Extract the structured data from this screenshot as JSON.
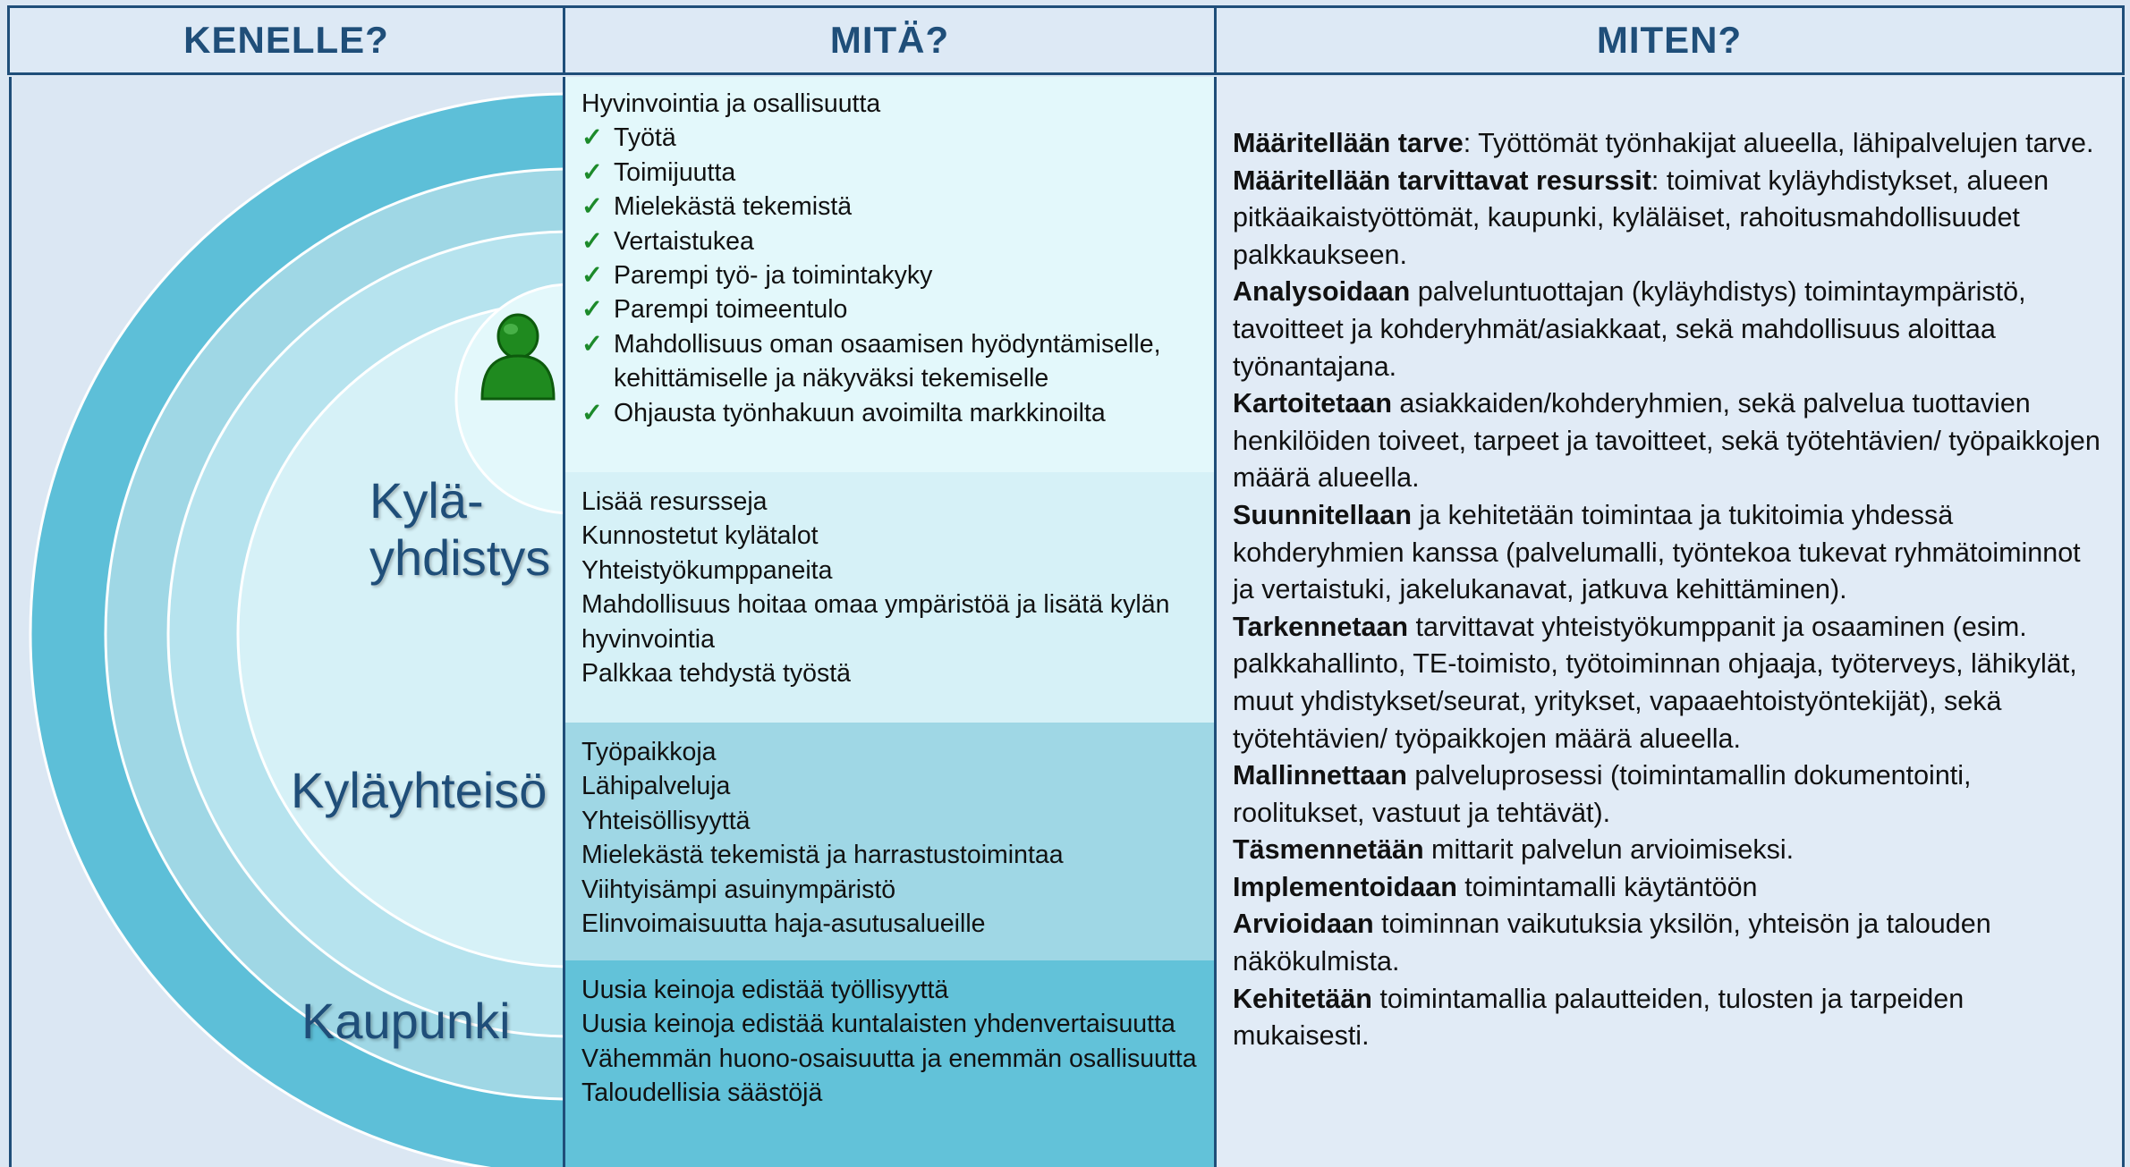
{
  "headers": {
    "who": "KENELLE?",
    "what": "MITÄ?",
    "how": "MITEN?"
  },
  "rings": {
    "labels": {
      "association": [
        "Kylä-",
        "yhdistys"
      ],
      "village": "Kyläyhteisö",
      "city": "Kaupunki"
    },
    "colors": [
      "#5dbfd8",
      "#9fd7e5",
      "#d6f1f7",
      "#e3f8fb"
    ]
  },
  "person_icon": "person-icon",
  "what": {
    "individual": {
      "title": "Hyvinvointia ja osallisuutta",
      "items": [
        "Työtä",
        "Toimijuutta",
        "Mielekästä tekemistä",
        "Vertaistukea",
        "Parempi työ- ja toimintakyky",
        "Parempi toimeentulo",
        "Mahdollisuus oman osaamisen hyödyntämiselle, kehittämiselle ja näkyväksi tekemiselle",
        "Ohjausta työnhakuun avoimilta markkinoilta"
      ]
    },
    "association": [
      "Lisää resursseja",
      "Kunnostetut kylätalot",
      "Yhteistyökumppaneita",
      "Mahdollisuus hoitaa omaa ympäristöä ja lisätä kylän hyvinvointia",
      "Palkkaa tehdystä työstä"
    ],
    "village": [
      "Työpaikkoja",
      "Lähipalveluja",
      "Yhteisöllisyyttä",
      "Mielekästä tekemistä ja harrastustoimintaa",
      "Viihtyisämpi asuinympäristö",
      "Elinvoimaisuutta haja-asutusalueille"
    ],
    "city": [
      "Uusia keinoja edistää työllisyyttä",
      "Uusia keinoja edistää kuntalaisten yhdenvertaisuutta",
      "Vähemmän huono-osaisuutta ja enemmän osallisuutta",
      "Taloudellisia säästöjä"
    ]
  },
  "how": [
    {
      "bold": "Määritellään tarve",
      "text": ": Työttömät työnhakijat alueella, lähipalvelujen tarve."
    },
    {
      "bold": "Määritellään tarvittavat resurssit",
      "text": ": toimivat kyläyhdistykset, alueen pitkäaikaistyöttömät, kaupunki, kyläläiset, rahoitusmahdollisuudet palkkaukseen."
    },
    {
      "bold": "Analysoidaan",
      "text": " palveluntuottajan (kyläyhdistys) toimintaympäristö, tavoitteet ja kohderyhmät/asiakkaat, sekä mahdollisuus aloittaa työnantajana."
    },
    {
      "bold": "Kartoitetaan",
      "text": " asiakkaiden/kohderyhmien, sekä palvelua tuottavien henkilöiden toiveet, tarpeet ja tavoitteet, sekä työtehtävien/ työpaikkojen määrä alueella."
    },
    {
      "bold": "Suunnitellaan",
      "text": " ja kehitetään toimintaa ja tukitoimia yhdessä kohderyhmien kanssa (palvelumalli, työntekoa tukevat ryhmätoiminnot ja vertaistuki, jakelukanavat, jatkuva kehittäminen)."
    },
    {
      "bold": "Tarkennetaan",
      "text": " tarvittavat yhteistyökumppanit ja osaaminen (esim. palkkahallinto, TE-toimisto, työtoiminnan ohjaaja, työterveys, lähikylät, muut yhdistykset/seurat, yritykset, vapaaehtoistyöntekijät), sekä työtehtävien/ työpaikkojen määrä alueella."
    },
    {
      "bold": "Mallinnettaan",
      "text": " palveluprosessi (toimintamallin dokumentointi, roolitukset, vastuut ja tehtävät)."
    },
    {
      "bold": "Täsmennetään",
      "text": " mittarit palvelun arvioimiseksi."
    },
    {
      "bold": "Implementoidaan",
      "text": " toimintamalli käytäntöön"
    },
    {
      "bold": "Arvioidaan",
      "text": " toiminnan vaikutuksia yksilön, yhteisön ja talouden näkökulmista."
    },
    {
      "bold": "Kehitetään",
      "text": " toimintamallia palautteiden, tulosten ja tarpeiden mukaisesti."
    }
  ]
}
